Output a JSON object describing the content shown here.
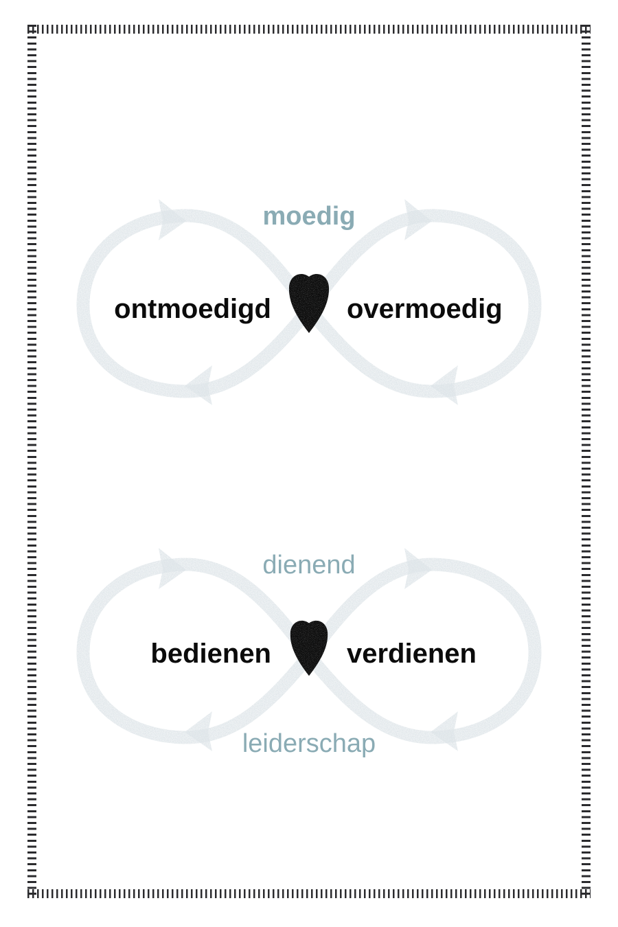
{
  "poster": {
    "background_color": "#ffffff",
    "frame": {
      "name": "ticked-dashed-border",
      "color": "#2b2b2e"
    }
  },
  "theme": {
    "accent_color": "#8aabb4",
    "loop_color": "#dde4e8",
    "text_color": "#0b0b0b",
    "heart_color": "#111111"
  },
  "diagrams": [
    {
      "id": "moedig",
      "top_caption": "moedig",
      "bottom_caption": "",
      "left_label": "ontmoedigd",
      "right_label": "overmoedig",
      "center_icon": "heart-icon",
      "arrows": [
        {
          "position": "top-left",
          "direction": "right"
        },
        {
          "position": "top-right",
          "direction": "right"
        },
        {
          "position": "bottom-left",
          "direction": "left"
        },
        {
          "position": "bottom-right",
          "direction": "left"
        }
      ]
    },
    {
      "id": "dienend",
      "top_caption": "dienend",
      "bottom_caption": "leiderschap",
      "left_label": "bedienen",
      "right_label": "verdienen",
      "center_icon": "heart-icon",
      "arrows": [
        {
          "position": "top-left",
          "direction": "right"
        },
        {
          "position": "top-right",
          "direction": "right"
        },
        {
          "position": "bottom-left",
          "direction": "left"
        },
        {
          "position": "bottom-right",
          "direction": "left"
        }
      ]
    }
  ]
}
